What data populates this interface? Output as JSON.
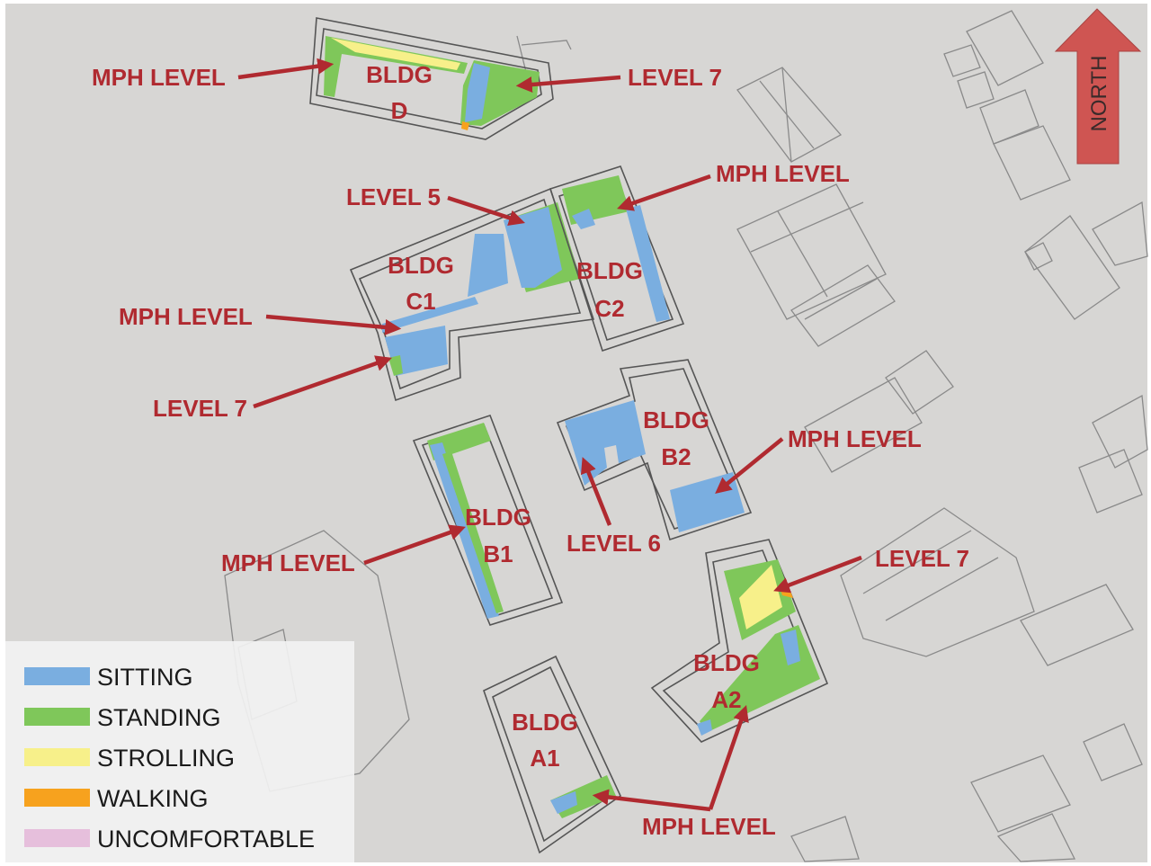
{
  "colors": {
    "sitting": "#7aaee0",
    "standing": "#7fc75a",
    "strolling": "#f7f08a",
    "walking": "#f7a21e",
    "uncomfortable": "#e6bfdc",
    "label_red": "#b02a30",
    "north_arrow": "#cf5552",
    "background": "#d7d6d4"
  },
  "north_label": "NORTH",
  "buildings": {
    "d": {
      "line1": "BLDG",
      "line2": "D"
    },
    "c1": {
      "line1": "BLDG",
      "line2": "C1"
    },
    "c2": {
      "line1": "BLDG",
      "line2": "C2"
    },
    "b1": {
      "line1": "BLDG",
      "line2": "B1"
    },
    "b2": {
      "line1": "BLDG",
      "line2": "B2"
    },
    "a1": {
      "line1": "BLDG",
      "line2": "A1"
    },
    "a2": {
      "line1": "BLDG",
      "line2": "A2"
    }
  },
  "callouts": {
    "d_mph": "MPH LEVEL",
    "d_level7": "LEVEL 7",
    "c2_mph": "MPH LEVEL",
    "level5": "LEVEL 5",
    "c1_mph": "MPH LEVEL",
    "c1_level7": "LEVEL 7",
    "b2_mph": "MPH LEVEL",
    "b1_mph": "MPH LEVEL",
    "level6": "LEVEL 6",
    "a2_level7": "LEVEL 7",
    "a_mph": "MPH LEVEL"
  },
  "legend": {
    "items": [
      {
        "label": "SITTING",
        "color": "#7aaee0"
      },
      {
        "label": "STANDING",
        "color": "#7fc75a"
      },
      {
        "label": "STROLLING",
        "color": "#f7f08a"
      },
      {
        "label": "WALKING",
        "color": "#f7a21e"
      },
      {
        "label": "UNCOMFORTABLE",
        "color": "#e6bfdc"
      }
    ]
  }
}
